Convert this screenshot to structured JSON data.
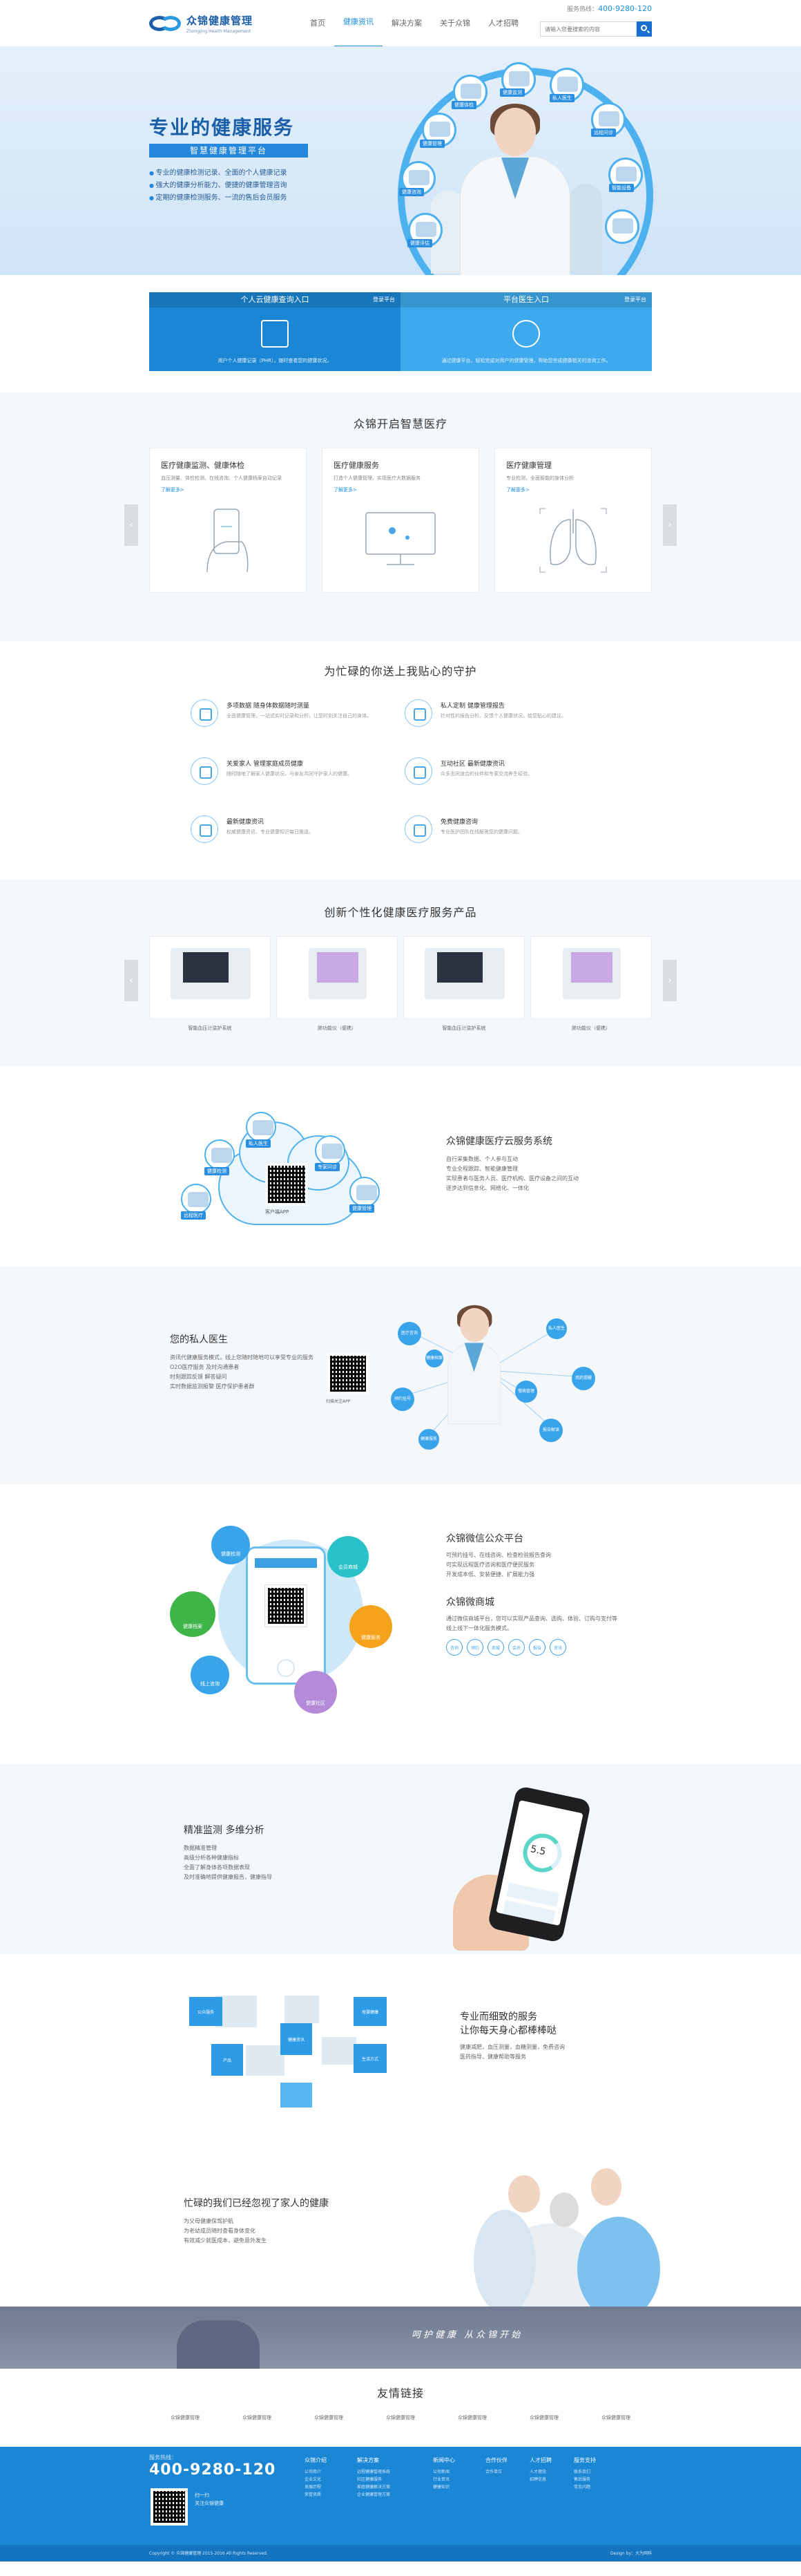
{
  "header": {
    "logo_cn": "众锦健康管理",
    "logo_en": "Zhongjing Health Management",
    "nav": [
      "首页",
      "健康资讯",
      "解决方案",
      "关于众锦",
      "人才招聘"
    ],
    "hotline_label": "服务热线：",
    "hotline": "400-9280-120",
    "search_placeholder": "请输入您要搜索的内容"
  },
  "hero": {
    "title": "专业的健康服务",
    "subtitle": "智慧健康管理平台",
    "bullets": [
      "专业的健康检测记录、全面的个人健康记录",
      "强大的健康分析能力、便捷的健康管理咨询",
      "定期的健康检测服务、一流的售后会员服务"
    ],
    "bubble_labels": [
      "健康体检",
      "健康监测",
      "私人医生",
      "健康管理",
      "远程问诊",
      "健康咨询",
      "智能设备",
      "健康评估"
    ]
  },
  "entry": {
    "left_title": "个人云健康查询入口",
    "right_title": "平台医生入口",
    "more": "登录平台",
    "left_desc": "用户个人健康记录（PHR），随时查看您的健康状况。",
    "right_desc": "通过健康平台，轻松完成对用户的健康管理，帮助您完成健康相关的咨询工作。"
  },
  "smart": {
    "title": "众锦开启智慧医疗",
    "more": "了解更多>",
    "cards": [
      {
        "title": "医疗健康监测、健康体检",
        "desc": "血压测量、体检检测、在线咨询、个人健康档案自动记录"
      },
      {
        "title": "医疗健康服务",
        "desc": "打造个人健康管理、实现医疗大数据服务"
      },
      {
        "title": "医疗健康管理",
        "desc": "专业检测，全面智能的身体分析"
      }
    ]
  },
  "guard": {
    "title": "为忙碌的你送上我贴心的守护",
    "items": [
      {
        "title": "多项数据 随身体数据随时测量",
        "desc": "全面健康管理，一站式实时记录和分析，让您时刻关注自己的身体。"
      },
      {
        "title": "私人定制 健康管理报告",
        "desc": "针对性的报告分析，反馈个人健康状况，给您贴心的建议。"
      },
      {
        "title": "关爱家人 管理家庭成员健康",
        "desc": "随时随地了解家人健康状况，与亲友共同守护家人的健康。"
      },
      {
        "title": "互动社区 最新健康资讯",
        "desc": "众多志同道合的伙伴和专家交流养生经验。"
      },
      {
        "title": "最新健康资讯",
        "desc": "权威健康资讯、专业健康知识每日推送。"
      },
      {
        "title": "免费健康咨询",
        "desc": "专业医护团队在线解答您的健康问题。"
      }
    ]
  },
  "products": {
    "title": "创新个性化健康医疗服务产品",
    "items": [
      "智能血压计监护系统",
      "肺功能仪（便携）",
      "智能血压计监护系统",
      "肺功能仪（便携）"
    ]
  },
  "cloud": {
    "title": "众锦健康医疗云服务系统",
    "lines": [
      "自行采集数据、个人参与互动",
      "专业全程跟踪、智能健康管理",
      "实现患者与医务人员、医疗机构、医疗设备之间的互动",
      "逐步达到信息化、网络化、一体化"
    ],
    "app_label": "客户端APP",
    "bubble_labels": [
      "私人医生",
      "健康检测",
      "专家问诊",
      "远程医疗",
      "健康管理"
    ]
  },
  "doctor": {
    "title": "您的私人医生",
    "lines": [
      "资讯代健康服务模式，线上您随时随地可以享受专业的服务",
      "O2O医疗服务 及时沟通患者",
      "时刻跟踪反馈 解答疑问",
      "实时数据监测报警 医疗保护患者群"
    ],
    "qr_label": "扫描关注APP",
    "nodes": [
      "医疗咨询",
      "预约挂号",
      "健康服务",
      "私人医生",
      "用药提醒",
      "慢病管理",
      "报告解读",
      "健康档案"
    ]
  },
  "weixin": {
    "title": "众锦微信公众平台",
    "lines": [
      "可预约挂号、在线咨询、检查检验报告查询",
      "可实现远程医疗咨询和医疗便民服务",
      "开发成本低、安装便捷、扩展能力强"
    ],
    "shop_title": "众锦微商城",
    "shop_lines": [
      "通过微信商城平台，您可以实现产品查询、选购、体验、订购与支付等线上线下一体化服务模式。"
    ],
    "tags": [
      "咨询",
      "预约",
      "商城",
      "会员",
      "报告",
      "资讯"
    ],
    "orbs": [
      "健康检测",
      "健康档案",
      "线上咨询",
      "会员商城",
      "健康服务",
      "健康社区"
    ]
  },
  "monitor": {
    "title": "精准监测 多维分析",
    "lines": [
      "数据精准管理",
      "高级分析各种健康指标",
      "全面了解身体各项数据表现",
      "及时准确地提供健康报告，健康指导"
    ],
    "gauge_value": "5.5"
  },
  "service": {
    "title1": "专业而细致的服务",
    "title2": "让你每天身心都棒棒哒",
    "lines": [
      "健康减肥，血压测量，血糖测量，免费咨询",
      "医药指导、健康帮助等服务"
    ],
    "squares": [
      "公众服务",
      "健康资讯",
      "母婴健康",
      "产品",
      "生活方式"
    ]
  },
  "family": {
    "title": "忙碌的我们已经忽视了家人的健康",
    "lines": [
      "为父母健康保驾护航",
      "为老幼成员随时查看身体变化",
      "有效减少就医成本，避免意外发生"
    ]
  },
  "banner": {
    "slogan": "呵护健康 从众锦开始"
  },
  "friends": {
    "title": "友情链接",
    "links": [
      "众锦健康管理",
      "众锦健康管理",
      "众锦健康管理",
      "众锦健康管理",
      "众锦健康管理",
      "众锦健康管理",
      "众锦健康管理"
    ]
  },
  "footer": {
    "contact_label": "服务热线：",
    "tel": "400-9280-120",
    "qr_lines": [
      "扫一扫",
      "关注众锦健康"
    ],
    "cols": [
      {
        "title": "众锦介绍",
        "items": [
          "公司简介",
          "企业文化",
          "发展历程",
          "荣誉资质"
        ]
      },
      {
        "title": "解决方案",
        "items": [
          "远程健康管理系统",
          "社区健康服务",
          "家庭健康解决方案",
          "企业健康管理方案"
        ]
      },
      {
        "title": "新闻中心",
        "items": [
          "公司新闻",
          "行业资讯",
          "健康知识"
        ]
      },
      {
        "title": "合作伙伴",
        "items": [
          "合作单位"
        ]
      },
      {
        "title": "人才招聘",
        "items": [
          "人才理念",
          "招聘信息"
        ]
      },
      {
        "title": "服务支持",
        "items": [
          "联系我们",
          "售后服务",
          "常见问题"
        ]
      }
    ],
    "copyright": "Copyright © 众锦健康管理 2015-2016 All Rights Reserved.",
    "credit": "Design by：大为网科"
  }
}
